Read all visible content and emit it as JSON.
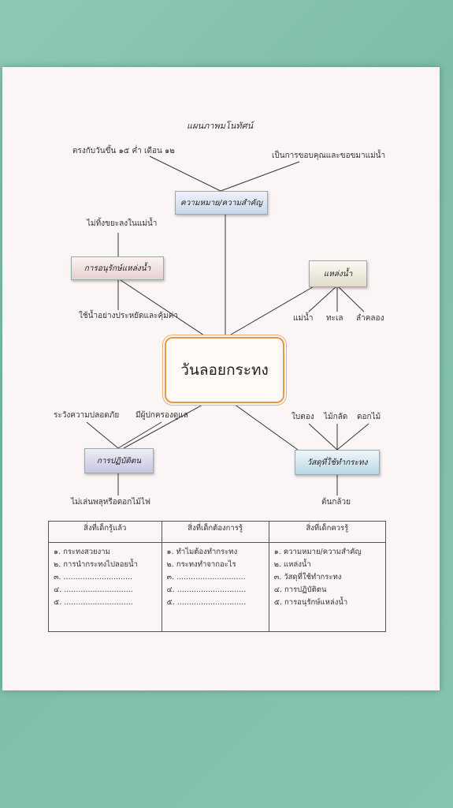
{
  "title": "แผนภาพมโนทัศน์",
  "center": "วันลอยกระทง",
  "meaning": {
    "label": "ความหมาย/ความสำคัญ",
    "left": "ตรงกับวันขึ้น ๑๕ ค่ำ เดือน ๑๒",
    "right": "เป็นการขอบคุณและขอขมาแม่น้ำ"
  },
  "conserve": {
    "label": "การอนุรักษ์แหล่งน้ำ",
    "top": "ไม่ทิ้งขยะลงในแม่น้ำ",
    "bottom": "ใช้น้ำอย่างประหยัดและคุ้มค่า"
  },
  "source": {
    "label": "แหล่งน้ำ",
    "items": [
      "แม่น้ำ",
      "ทะเล",
      "ลำคลอง"
    ]
  },
  "practice": {
    "label": "การปฏิบัติตน",
    "top_left": "ระวังความปลอดภัย",
    "top_right": "มีผู้ปกครองดูแล",
    "bottom": "ไม่เล่นพลุหรือดอกไม้ไฟ"
  },
  "material": {
    "label": "วัสดุที่ใช้ทำกระทง",
    "items": [
      "ใบตอง",
      "ไม้กลัด",
      "ดอกไม้"
    ],
    "bottom": "ต้นกล้วย"
  },
  "table": {
    "headers": [
      "สิ่งที่เด็กรู้แล้ว",
      "สิ่งที่เด็กต้องการรู้",
      "สิ่งที่เด็กควรรู้"
    ],
    "col1": [
      "๑. กระทงสวยงาม",
      "๒. การนำกระทงไปลอยน้ำ",
      "๓. .............................",
      "๔. .............................",
      "๕. ............................."
    ],
    "col2": [
      "๑. ทำไมต้องทำกระทง",
      "๒. กระทงทำจากอะไร",
      "๓. .............................",
      "๔. .............................",
      "๕. ............................."
    ],
    "col3": [
      "๑. ความหมาย/ความสำคัญ",
      "๒. แหล่งน้ำ",
      "๓. วัสดุที่ใช้ทำกระทง",
      "๔. การปฏิบัติตน",
      "๕. การอนุรักษ์แหล่งน้ำ"
    ]
  }
}
